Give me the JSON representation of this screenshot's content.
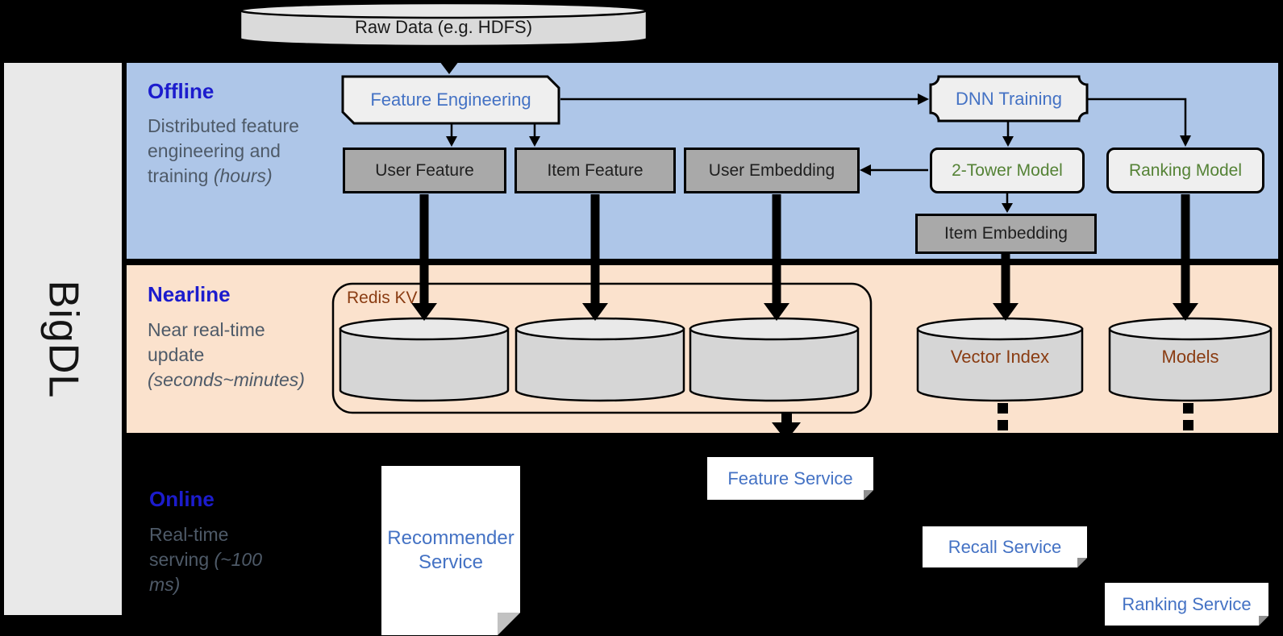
{
  "brand": "BigDL",
  "raw_data": {
    "label": "Raw Data (e.g. HDFS)"
  },
  "sections": {
    "offline": {
      "title": "Offline",
      "desc": "Distributed feature engineering and training",
      "desc_note": "(hours)"
    },
    "nearline": {
      "title": "Nearline",
      "desc": "Near real-time update",
      "desc_note": "(seconds~minutes)"
    },
    "online": {
      "title": "Online",
      "desc": "Real-time serving",
      "desc_note": "(~100 ms)"
    }
  },
  "nodes": {
    "feature_engineering": "Feature Engineering",
    "dnn_training": "DNN Training",
    "user_feature": "User Feature",
    "item_feature": "Item Feature",
    "user_embedding": "User Embedding",
    "two_tower_model": "2-Tower Model",
    "ranking_model": "Ranking Model",
    "item_embedding": "Item Embedding",
    "redis_kv": "Redis KV",
    "vector_index": "Vector Index",
    "models": "Models",
    "recommender_service": "Recommender Service",
    "feature_service": "Feature Service",
    "recall_service": "Recall Service",
    "ranking_service": "Ranking Service"
  },
  "colors": {
    "background": "#000000",
    "offline_band": "#aec6e8",
    "nearline_band": "#fbe2cd",
    "section_title_blue": "#1c1ccd",
    "section_desc_gray": "#4e5a68",
    "node_text_blue": "#4472c4",
    "node_text_green": "#548235",
    "node_text_brown": "#8a3c12",
    "box_gray": "#a9a9a9",
    "box_light": "#efefef",
    "cylinder_body": "#d6d6d6",
    "cylinder_top": "#e9e9e9"
  }
}
